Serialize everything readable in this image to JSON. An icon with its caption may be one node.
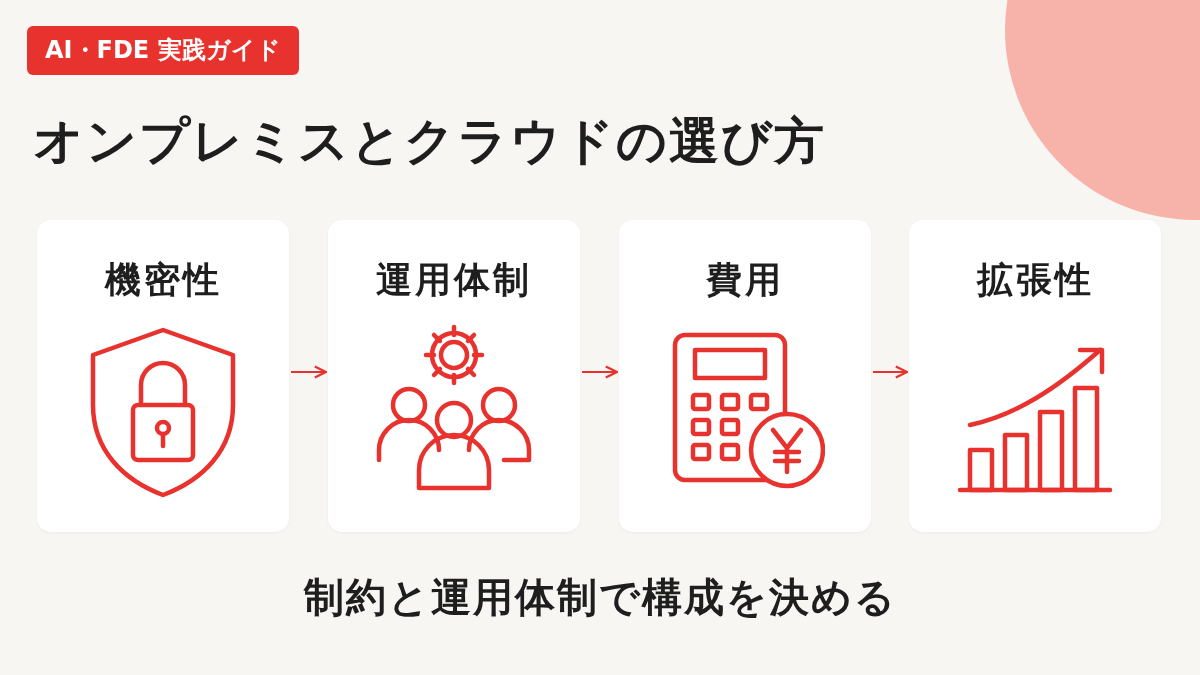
{
  "diagram": {
    "title": "オンプレミスとクラウドの選び方",
    "caption": "制約と運用体制で構成を決める",
    "nodes": [
      {
        "text": [
          "機密性"
        ]
      },
      {
        "text": [
          "運用体制"
        ]
      },
      {
        "text": [
          "費用"
        ]
      },
      {
        "text": [
          "拡張性"
        ]
      }
    ],
    "edges": [
      {
        "from": 0,
        "to": 1,
        "arrow": "to"
      },
      {
        "from": 1,
        "to": 2,
        "arrow": "to"
      },
      {
        "from": 2,
        "to": 3,
        "arrow": "to"
      }
    ],
    "labels": [
      "AI・FDE 実践ガイド"
    ]
  }
}
